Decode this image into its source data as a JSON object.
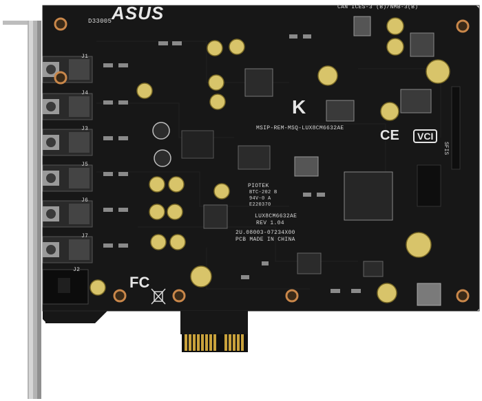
{
  "board": {
    "brand": "ASUS",
    "top_right_text": "CAN ICES-3 (B)/NMB-3(B)",
    "serial_text": "D33005",
    "model_line": "MSIP-REM-MSQ-LUX8CM6632AE",
    "chip_label": "LUX8CM6632AE",
    "chip_rev": "REV 1.04",
    "part_line": "2U.08003-07234X00",
    "made_in": "PCB MADE IN CHINA",
    "piotek": "PIOTEK",
    "piotek_code": "BTC-202 B",
    "piotek_code2": "94V-0 A",
    "piotek_code3": "E220370",
    "fc_mark": "FC",
    "ce_mark": "CE",
    "kc_mark": "K",
    "vci_mark": "VCI",
    "sfis": "SFIS",
    "jack_labels": [
      "J1",
      "J4",
      "J3",
      "J5",
      "J6",
      "J7"
    ],
    "spdif_label": "J2"
  },
  "colors": {
    "pcb": "#161616",
    "gold": "#c9a23c",
    "bracket": "#b9b9b9",
    "silk": "#d9d9d9"
  }
}
